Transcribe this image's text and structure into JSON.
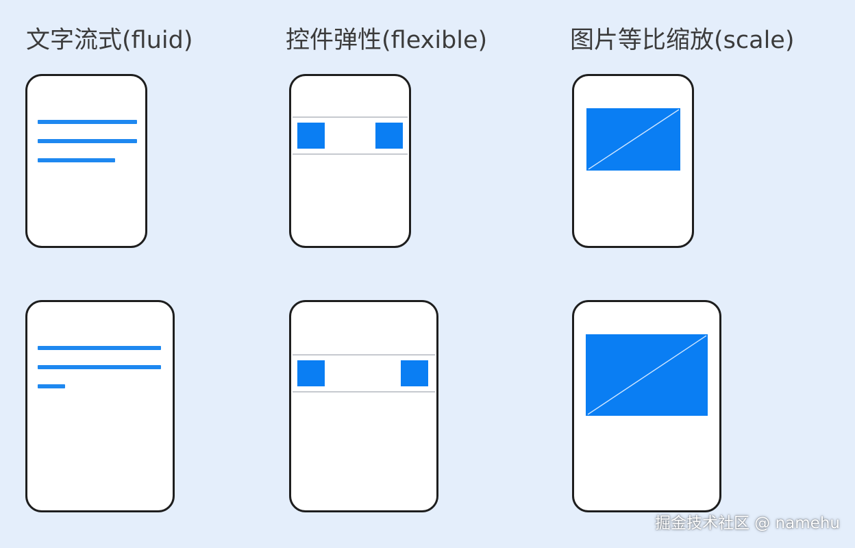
{
  "columns": [
    {
      "heading": "文字流式(fluid)"
    },
    {
      "heading": "控件弹性(flexible)"
    },
    {
      "heading": "图片等比缩放(scale)"
    }
  ],
  "colors": {
    "background": "#e4eefb",
    "device_fill": "#ffffff",
    "device_border": "#1e1e1e",
    "text_line": "#1e88f0",
    "control": "#0a7ef3",
    "divider": "#c6c9cf"
  },
  "watermark": "掘金技术社区 @ namehu"
}
